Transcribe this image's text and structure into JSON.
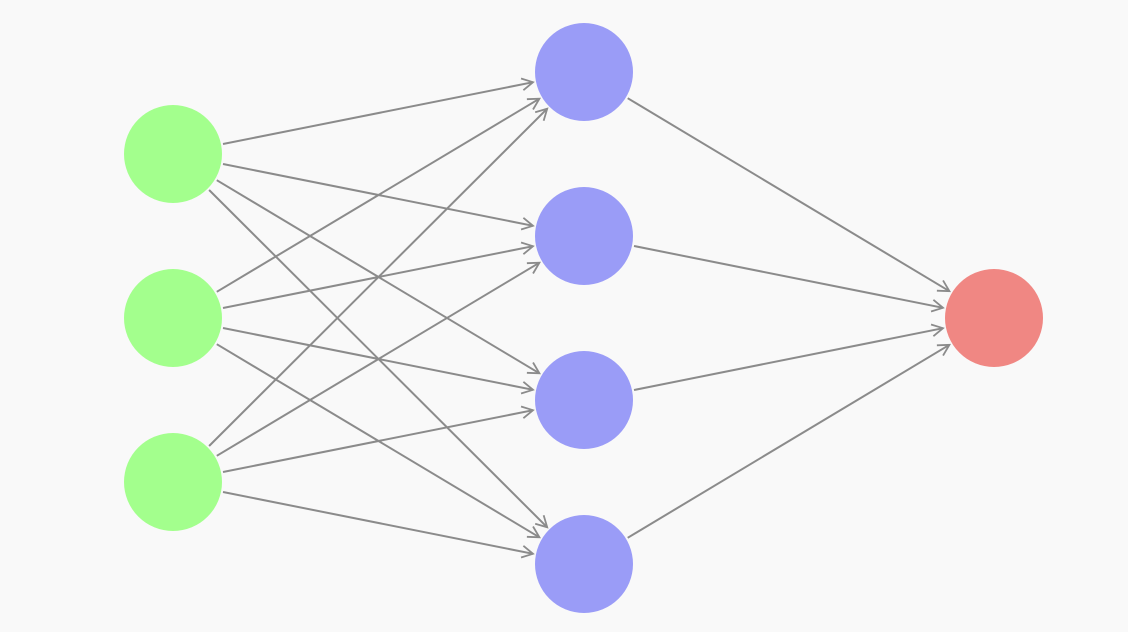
{
  "diagram": {
    "type": "neural-network",
    "layers": [
      {
        "name": "input",
        "node_count": 3,
        "color": "#a3ff8d"
      },
      {
        "name": "hidden",
        "node_count": 4,
        "color": "#9a9cf7"
      },
      {
        "name": "output",
        "node_count": 1,
        "color": "#f08783"
      }
    ],
    "connections": "fully-connected",
    "edge_color": "#8b8b8b",
    "background": "#f9f9f9",
    "arrowheads": "open"
  }
}
